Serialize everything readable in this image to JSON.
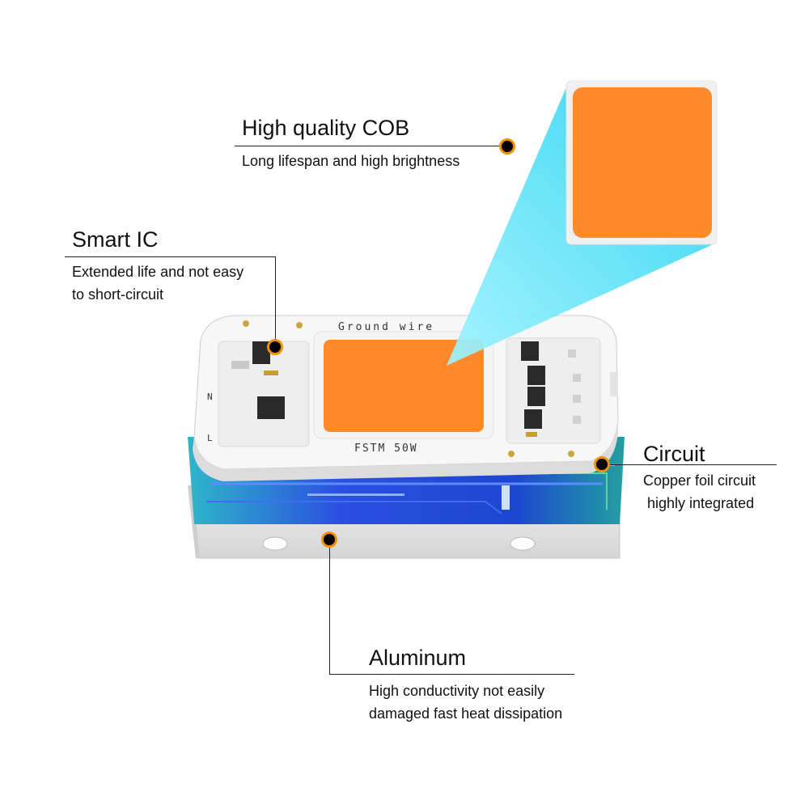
{
  "callouts": {
    "cob": {
      "title": "High quality COB",
      "desc": [
        "Long lifespan and high brightness"
      ]
    },
    "smart_ic": {
      "title": "Smart IC",
      "desc": [
        "Extended life and not easy",
        "to short-circuit"
      ]
    },
    "circuit": {
      "title": "Circuit",
      "desc": [
        "Copper foil circuit",
        "highly integrated"
      ]
    },
    "aluminum": {
      "title": "Aluminum",
      "desc": [
        "High conductivity not easily",
        "damaged fast heat dissipation"
      ]
    }
  },
  "board": {
    "top_label": "Ground wire",
    "chip_label": "FSTM 50W",
    "pin_n": "N",
    "pin_l": "L"
  },
  "colors": {
    "led": "#ff8a2a",
    "callout_dot_ring": "#f39200",
    "beam": "#22d3f0",
    "pcb_blue": "#2346d8"
  }
}
